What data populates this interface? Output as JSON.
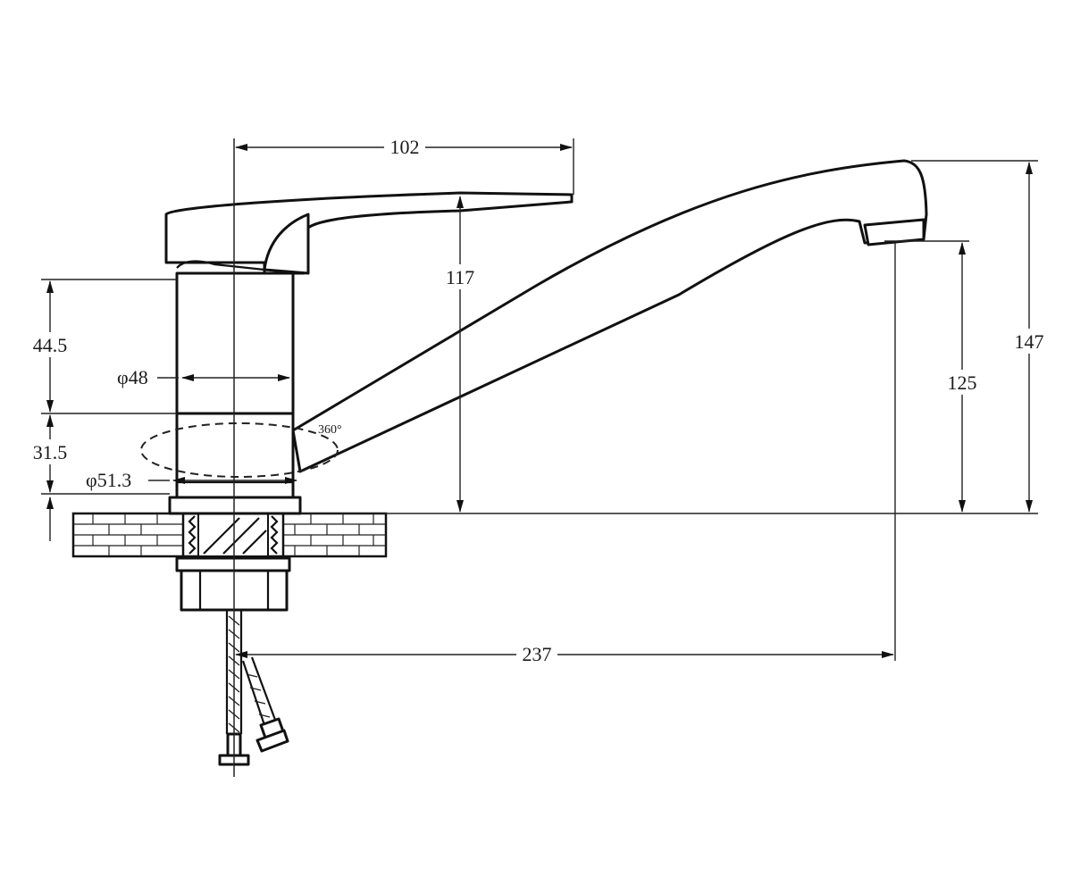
{
  "dimensions": {
    "handle_span": "102",
    "body_height": "117",
    "total_height": "147",
    "spout_height": "125",
    "spout_reach": "237",
    "upper_body_height": "44.5",
    "lower_body_height": "31.5",
    "body_diameter": "φ48",
    "base_diameter": "φ51.3",
    "rotation": "360°"
  },
  "colors": {
    "line": "#111111",
    "background": "#ffffff"
  }
}
